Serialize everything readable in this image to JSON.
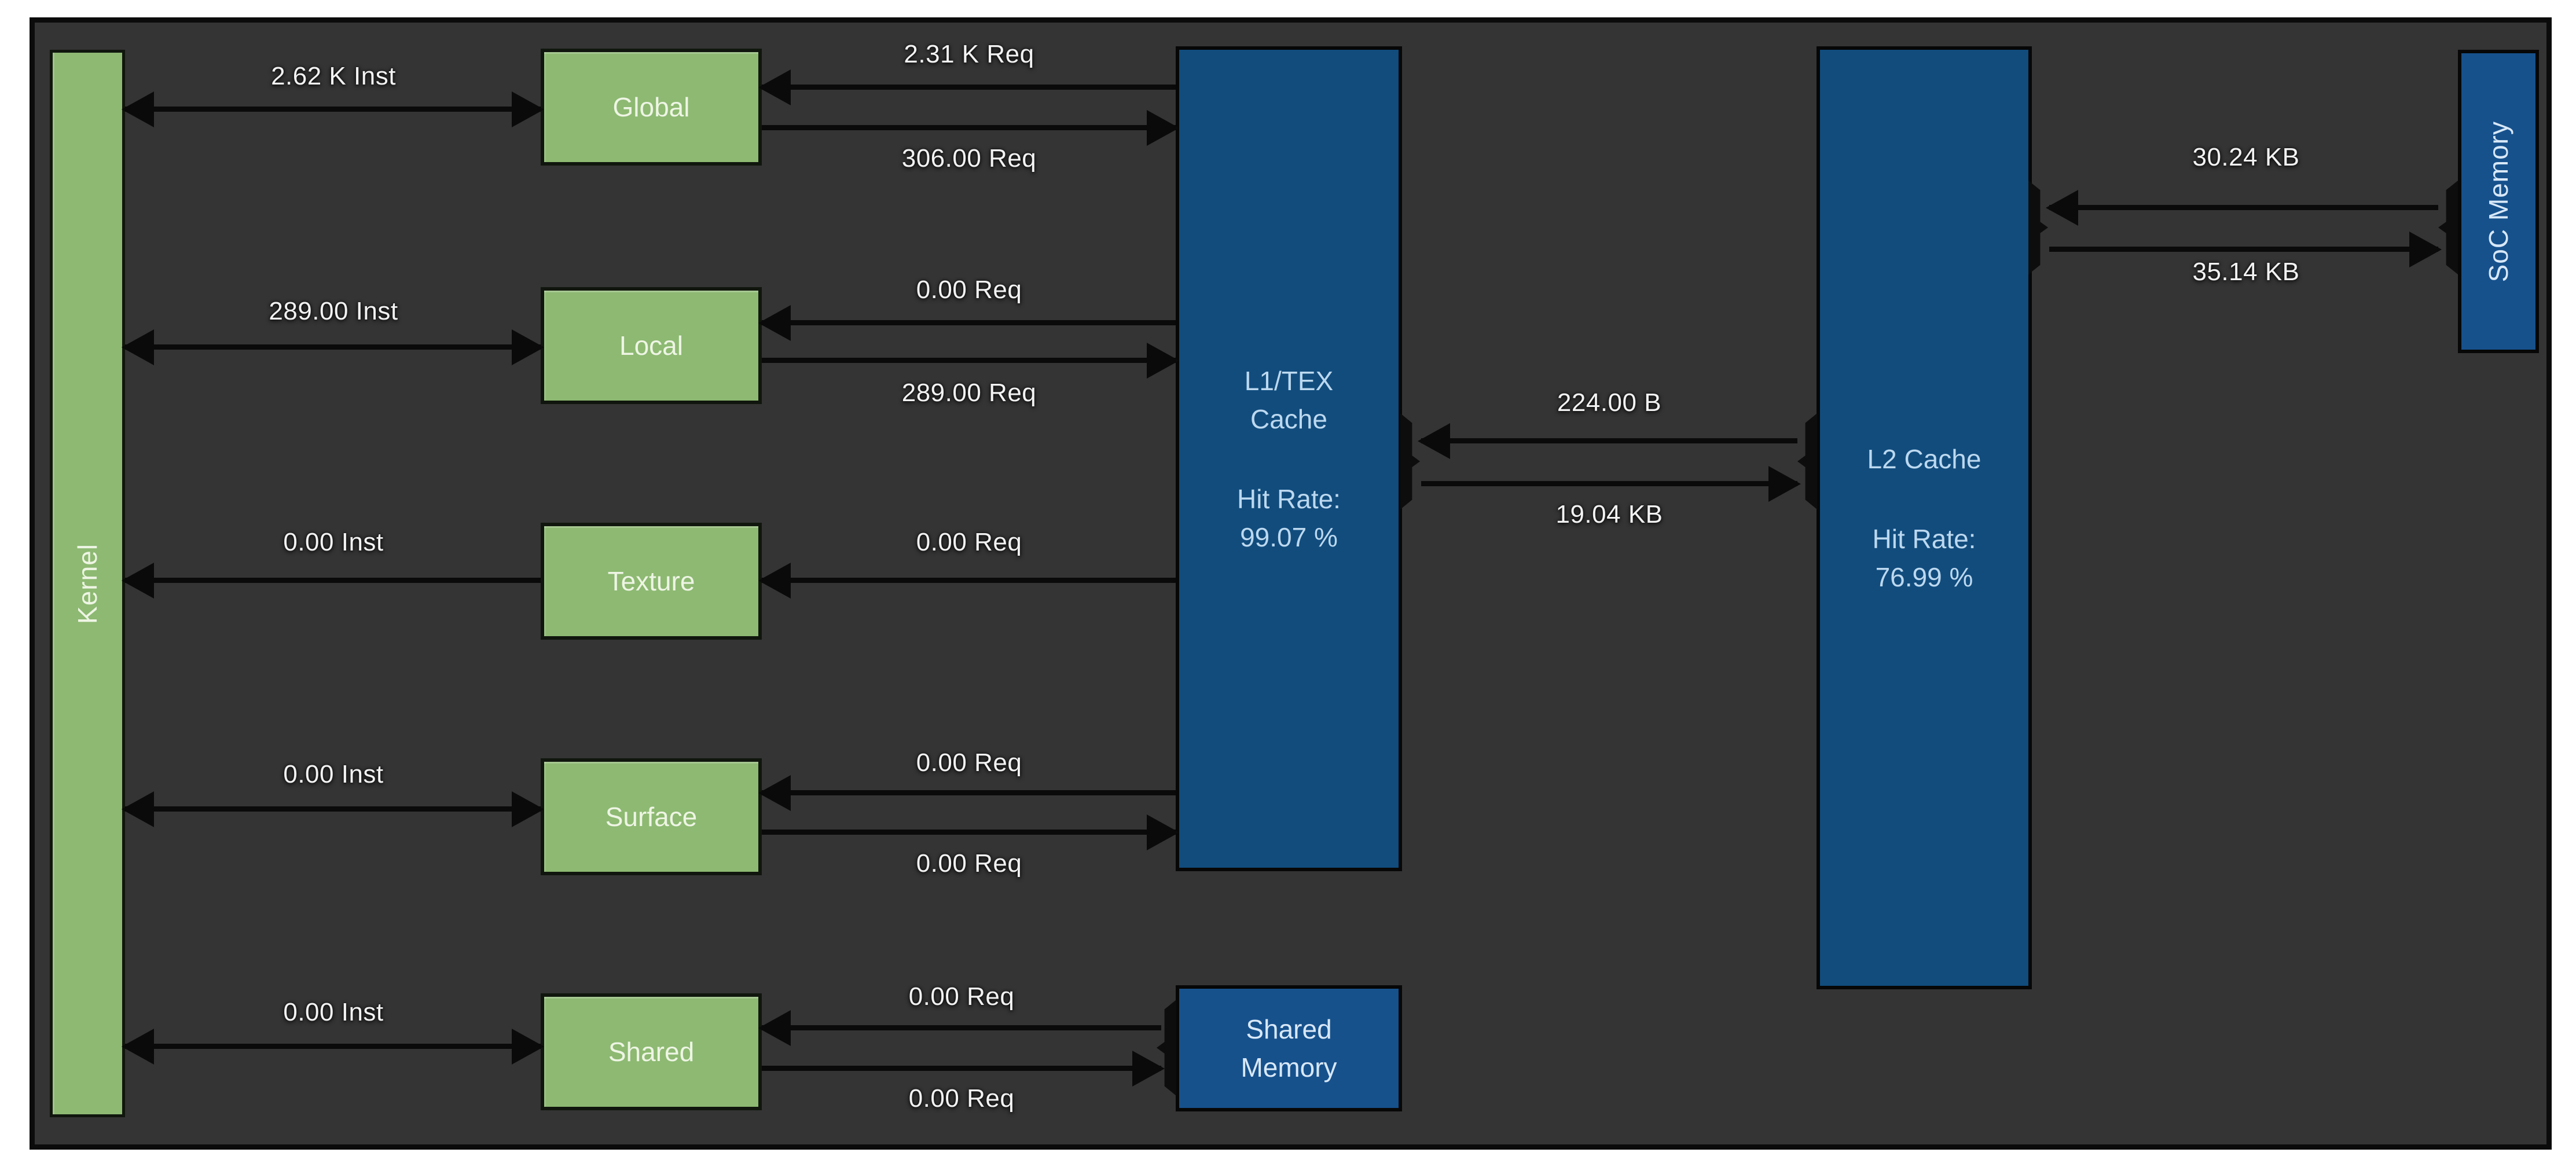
{
  "kernel": {
    "label": "Kernel"
  },
  "ports": [
    {
      "label": "Global",
      "inst": "2.62 K Inst",
      "req_top": "2.31 K Req",
      "req_bottom": "306.00 Req"
    },
    {
      "label": "Local",
      "inst": "289.00 Inst",
      "req_top": "0.00 Req",
      "req_bottom": "289.00 Req"
    },
    {
      "label": "Texture",
      "inst": "0.00 Inst",
      "req_top": "0.00 Req"
    },
    {
      "label": "Surface",
      "inst": "0.00 Inst",
      "req_top": "0.00 Req",
      "req_bottom": "0.00 Req"
    },
    {
      "label": "Shared",
      "inst": "0.00 Inst",
      "req_top": "0.00 Req",
      "req_bottom": "0.00 Req"
    }
  ],
  "l1_cache": {
    "title_line1": "L1/TEX",
    "title_line2": "Cache",
    "hit_rate_label": "Hit Rate:",
    "hit_rate_value": "99.07 %"
  },
  "shared_memory": {
    "line1": "Shared",
    "line2": "Memory"
  },
  "l2_cache": {
    "title": "L2 Cache",
    "hit_rate_label": "Hit Rate:",
    "hit_rate_value": "76.99 %"
  },
  "soc_memory": {
    "label": "SoC Memory"
  },
  "l1_l2_link": {
    "top": "224.00 B",
    "bottom": "19.04 KB"
  },
  "l2_soc_link": {
    "top": "30.24 KB",
    "bottom": "35.14 KB"
  },
  "colors": {
    "panel": "#343434",
    "green": "#8db972",
    "blue_cache": "#114c7d",
    "blue_mem": "#16518c",
    "arrow": "#0a0a0a",
    "label": "#f2f2f2"
  }
}
